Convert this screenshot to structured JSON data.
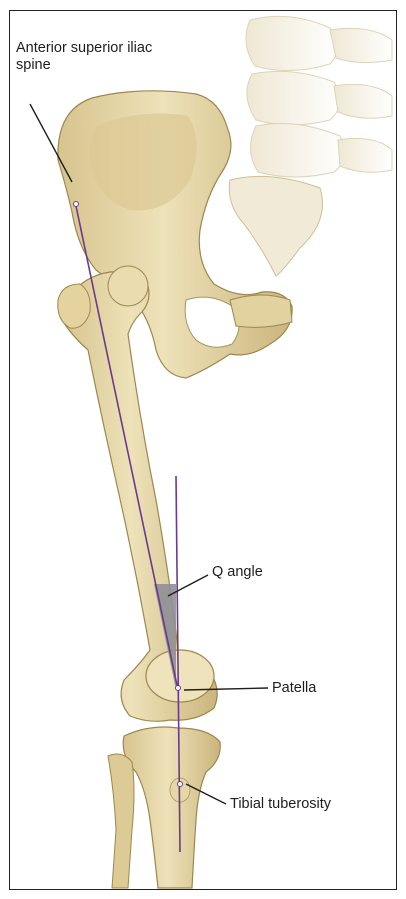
{
  "labels": {
    "asis": "Anterior superior iliac spine",
    "q_angle": "Q angle",
    "patella": "Patella",
    "tibial_tuberosity": "Tibial tuberosity"
  },
  "colors": {
    "bone_fill": "#e7d8a8",
    "bone_shadow": "#c9b37a",
    "bone_outline": "#9c8750",
    "spine_fill": "#f4efe1",
    "line": "#6b3a8c",
    "q_angle_fill": "#8f8f96"
  }
}
